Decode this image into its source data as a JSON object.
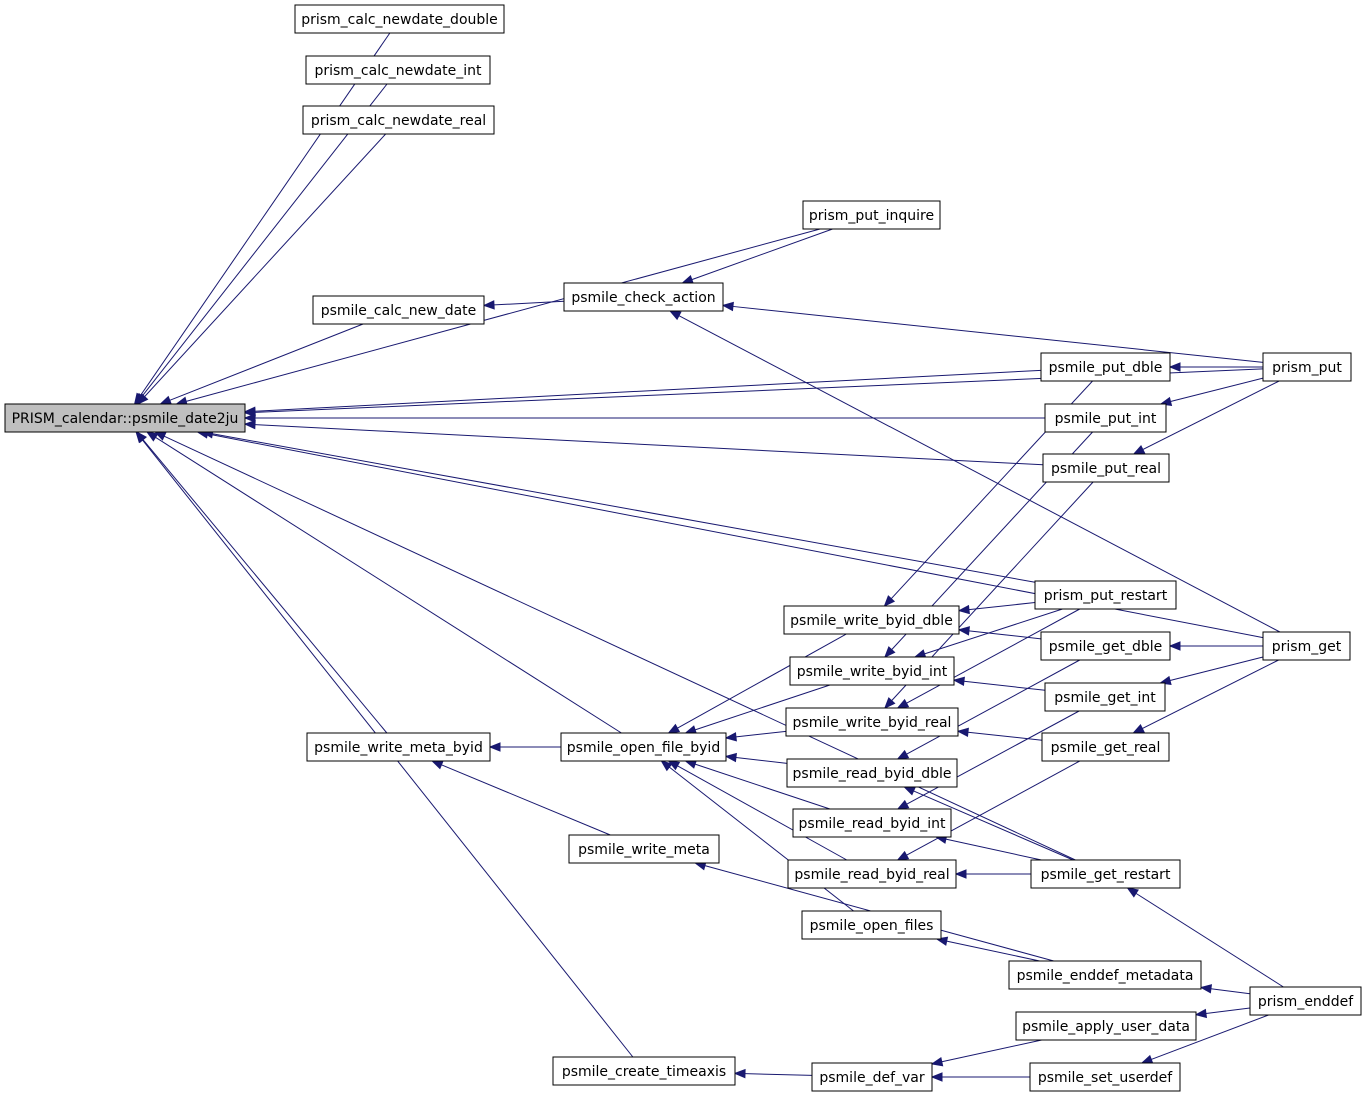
{
  "graph": {
    "root_id": "root",
    "nodes": [
      {
        "id": "root",
        "label": "PRISM_calendar::psmile_date2ju"
      },
      {
        "id": "n1",
        "label": "prism_calc_newdate_double"
      },
      {
        "id": "n2",
        "label": "prism_calc_newdate_int"
      },
      {
        "id": "n3",
        "label": "prism_calc_newdate_real"
      },
      {
        "id": "n4",
        "label": "prism_put_inquire"
      },
      {
        "id": "n5",
        "label": "psmile_check_action"
      },
      {
        "id": "n6",
        "label": "psmile_calc_new_date"
      },
      {
        "id": "n7",
        "label": "psmile_put_dble"
      },
      {
        "id": "n8",
        "label": "prism_put"
      },
      {
        "id": "n9",
        "label": "psmile_put_int"
      },
      {
        "id": "n10",
        "label": "psmile_put_real"
      },
      {
        "id": "n11",
        "label": "prism_put_restart"
      },
      {
        "id": "n12",
        "label": "psmile_write_byid_dble"
      },
      {
        "id": "n13",
        "label": "psmile_get_dble"
      },
      {
        "id": "n14",
        "label": "prism_get"
      },
      {
        "id": "n15",
        "label": "psmile_write_byid_int"
      },
      {
        "id": "n16",
        "label": "psmile_get_int"
      },
      {
        "id": "n17",
        "label": "psmile_write_byid_real"
      },
      {
        "id": "n18",
        "label": "psmile_write_meta_byid"
      },
      {
        "id": "n19",
        "label": "psmile_open_file_byid"
      },
      {
        "id": "n20",
        "label": "psmile_get_real"
      },
      {
        "id": "n21",
        "label": "psmile_read_byid_dble"
      },
      {
        "id": "n22",
        "label": "psmile_read_byid_int"
      },
      {
        "id": "n23",
        "label": "psmile_write_meta"
      },
      {
        "id": "n24",
        "label": "psmile_read_byid_real"
      },
      {
        "id": "n25",
        "label": "psmile_get_restart"
      },
      {
        "id": "n26",
        "label": "psmile_open_files"
      },
      {
        "id": "n27",
        "label": "psmile_enddef_metadata"
      },
      {
        "id": "n28",
        "label": "prism_enddef"
      },
      {
        "id": "n29",
        "label": "psmile_apply_user_data"
      },
      {
        "id": "n30",
        "label": "psmile_create_timeaxis"
      },
      {
        "id": "n31",
        "label": "psmile_def_var"
      },
      {
        "id": "n32",
        "label": "psmile_set_userdef"
      }
    ],
    "edges": [
      {
        "from": "n1",
        "to": "root"
      },
      {
        "from": "n2",
        "to": "root"
      },
      {
        "from": "n3",
        "to": "root"
      },
      {
        "from": "n8",
        "to": "root"
      },
      {
        "from": "n4",
        "to": "root"
      },
      {
        "from": "n6",
        "to": "root"
      },
      {
        "from": "n7",
        "to": "root"
      },
      {
        "from": "n9",
        "to": "root"
      },
      {
        "from": "n10",
        "to": "root"
      },
      {
        "from": "n14",
        "to": "root"
      },
      {
        "from": "n11",
        "to": "root"
      },
      {
        "from": "n19",
        "to": "root"
      },
      {
        "from": "n18",
        "to": "root"
      },
      {
        "from": "n25",
        "to": "root"
      },
      {
        "from": "n30",
        "to": "root"
      },
      {
        "from": "n5",
        "to": "n6"
      },
      {
        "from": "n4",
        "to": "n5"
      },
      {
        "from": "n8",
        "to": "n5"
      },
      {
        "from": "n14",
        "to": "n5"
      },
      {
        "from": "n8",
        "to": "n7"
      },
      {
        "from": "n8",
        "to": "n9"
      },
      {
        "from": "n8",
        "to": "n10"
      },
      {
        "from": "n19",
        "to": "n18"
      },
      {
        "from": "n23",
        "to": "n18"
      },
      {
        "from": "n27",
        "to": "n23"
      },
      {
        "from": "n12",
        "to": "n19"
      },
      {
        "from": "n15",
        "to": "n19"
      },
      {
        "from": "n17",
        "to": "n19"
      },
      {
        "from": "n21",
        "to": "n19"
      },
      {
        "from": "n22",
        "to": "n19"
      },
      {
        "from": "n24",
        "to": "n19"
      },
      {
        "from": "n26",
        "to": "n19"
      },
      {
        "from": "n7",
        "to": "n12"
      },
      {
        "from": "n11",
        "to": "n12"
      },
      {
        "from": "n13",
        "to": "n12"
      },
      {
        "from": "n11",
        "to": "n15"
      },
      {
        "from": "n9",
        "to": "n15"
      },
      {
        "from": "n16",
        "to": "n15"
      },
      {
        "from": "n10",
        "to": "n17"
      },
      {
        "from": "n11",
        "to": "n17"
      },
      {
        "from": "n20",
        "to": "n17"
      },
      {
        "from": "n13",
        "to": "n21"
      },
      {
        "from": "n25",
        "to": "n21"
      },
      {
        "from": "n16",
        "to": "n22"
      },
      {
        "from": "n25",
        "to": "n22"
      },
      {
        "from": "n20",
        "to": "n24"
      },
      {
        "from": "n25",
        "to": "n24"
      },
      {
        "from": "n14",
        "to": "n13"
      },
      {
        "from": "n14",
        "to": "n16"
      },
      {
        "from": "n14",
        "to": "n20"
      },
      {
        "from": "n27",
        "to": "n26"
      },
      {
        "from": "n28",
        "to": "n25"
      },
      {
        "from": "n28",
        "to": "n27"
      },
      {
        "from": "n28",
        "to": "n29"
      },
      {
        "from": "n31",
        "to": "n30"
      },
      {
        "from": "n29",
        "to": "n31"
      },
      {
        "from": "n32",
        "to": "n31"
      },
      {
        "from": "n28",
        "to": "n32"
      }
    ]
  },
  "colors": {
    "edge": "#191970",
    "root_fill": "#bfbfbf",
    "node_fill": "#ffffff",
    "node_border": "#000000"
  }
}
